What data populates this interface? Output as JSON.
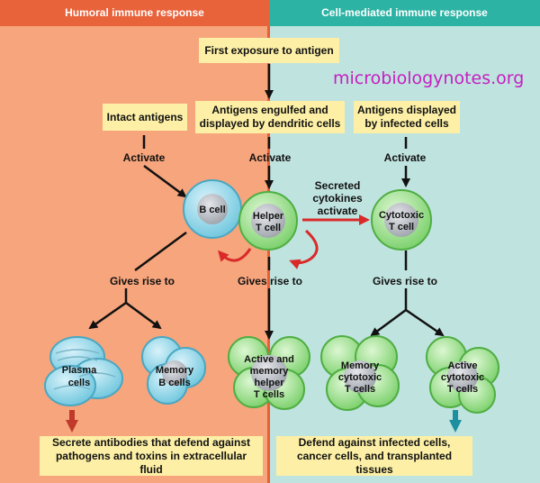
{
  "headers": {
    "left": "Humoral immune response",
    "right": "Cell-mediated immune response"
  },
  "watermark": "microbiologynotes.org",
  "boxes": {
    "first_exposure": "First exposure to antigen",
    "intact_antigens": "Intact antigens",
    "engulfed": "Antigens engulfed and displayed by dendritic cells",
    "infected": "Antigens displayed by infected cells",
    "secrete_antibodies": "Secrete antibodies that defend against pathogens and toxins in extracellular fluid",
    "defend_infected": "Defend against infected cells, cancer cells, and transplanted tissues"
  },
  "labels": {
    "activate_left": "Activate",
    "activate_mid": "Activate",
    "activate_right": "Activate",
    "secreted_cytokines": "Secreted cytokines activate",
    "gives_rise_left": "Gives rise to",
    "gives_rise_mid": "Gives rise to",
    "gives_rise_right": "Gives rise to"
  },
  "cells": {
    "b_cell": "B cell",
    "helper_t": [
      "Helper",
      "T cell"
    ],
    "cytotoxic_t": [
      "Cytotoxic",
      "T cell"
    ],
    "plasma": [
      "Plasma",
      "cells"
    ],
    "memory_b": [
      "Memory",
      "B cells"
    ],
    "active_memory_helper": [
      "Active and",
      "memory",
      "helper",
      "T cells"
    ],
    "memory_cytotoxic": [
      "Memory",
      "cytotoxic",
      "T cells"
    ],
    "active_cytotoxic": [
      "Active",
      "cytotoxic",
      "T cells"
    ]
  },
  "colors": {
    "humoral_bg": "#f6a57c",
    "humoral_header": "#e8623a",
    "cellmed_bg": "#bfe3df",
    "cellmed_header": "#2db3a4",
    "box_fill": "#fdf0a6",
    "b_cell_fill": "#8fd6ea",
    "t_cell_fill": "#9ee28f",
    "nucleus_fill": "#b9bdc4",
    "cytokine_arrow": "#d92a2a",
    "watermark": "#c51fc0"
  }
}
